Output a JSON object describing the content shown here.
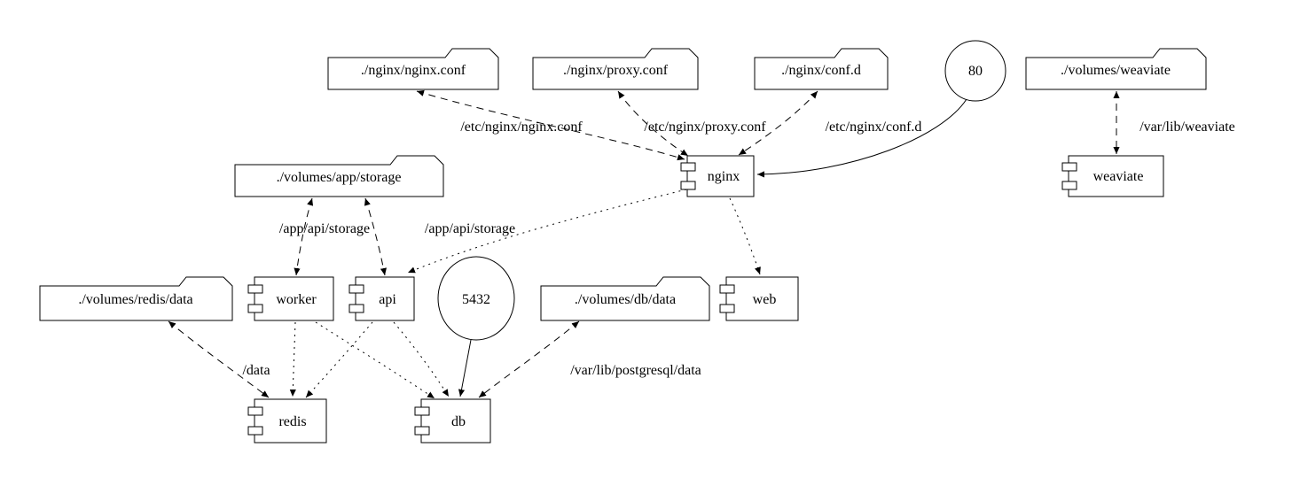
{
  "diagram": {
    "kind": "docker-compose dependency graph",
    "background_color": "#ffffff",
    "stroke_color": "#000000"
  },
  "nodes": {
    "nginx_conf": {
      "label": "./nginx/nginx.conf",
      "shape": "folder"
    },
    "proxy_conf": {
      "label": "./nginx/proxy.conf",
      "shape": "folder"
    },
    "conf_d": {
      "label": "./nginx/conf.d",
      "shape": "folder"
    },
    "port_80": {
      "label": "80",
      "shape": "circle"
    },
    "volumes_weaviate": {
      "label": "./volumes/weaviate",
      "shape": "folder"
    },
    "volumes_app_storage": {
      "label": "./volumes/app/storage",
      "shape": "folder"
    },
    "nginx": {
      "label": "nginx",
      "shape": "component"
    },
    "weaviate": {
      "label": "weaviate",
      "shape": "component"
    },
    "volumes_redis_data": {
      "label": "./volumes/redis/data",
      "shape": "folder"
    },
    "worker": {
      "label": "worker",
      "shape": "component"
    },
    "api": {
      "label": "api",
      "shape": "component"
    },
    "port_5432": {
      "label": "5432",
      "shape": "circle"
    },
    "volumes_db_data": {
      "label": "./volumes/db/data",
      "shape": "folder"
    },
    "web": {
      "label": "web",
      "shape": "component"
    },
    "redis": {
      "label": "redis",
      "shape": "component"
    },
    "db": {
      "label": "db",
      "shape": "component"
    }
  },
  "edges": [
    {
      "from": "./nginx/nginx.conf",
      "to": "nginx",
      "style": "dashed",
      "arrows": "both",
      "label": "/etc/nginx/nginx.conf"
    },
    {
      "from": "./nginx/proxy.conf",
      "to": "nginx",
      "style": "dashed",
      "arrows": "both",
      "label": "/etc/nginx/proxy.conf"
    },
    {
      "from": "./nginx/conf.d",
      "to": "nginx",
      "style": "dashed",
      "arrows": "both",
      "label": "/etc/nginx/conf.d"
    },
    {
      "from": "./volumes/weaviate",
      "to": "weaviate",
      "style": "dashed",
      "arrows": "both",
      "label": "/var/lib/weaviate"
    },
    {
      "from": "./volumes/app/storage",
      "to": "worker",
      "style": "dashed",
      "arrows": "both",
      "label": "/app/api/storage"
    },
    {
      "from": "./volumes/app/storage",
      "to": "api",
      "style": "dashed",
      "arrows": "both",
      "label": "/app/api/storage"
    },
    {
      "from": "./volumes/redis/data",
      "to": "redis",
      "style": "dashed",
      "arrows": "both",
      "label": "/data"
    },
    {
      "from": "./volumes/db/data",
      "to": "db",
      "style": "dashed",
      "arrows": "both",
      "label": "/var/lib/postgresql/data"
    },
    {
      "from": "80",
      "to": "nginx",
      "style": "solid",
      "arrows": "end",
      "label": ""
    },
    {
      "from": "5432",
      "to": "db",
      "style": "solid",
      "arrows": "end",
      "label": ""
    },
    {
      "from": "nginx",
      "to": "web",
      "style": "dotted",
      "arrows": "end",
      "label": ""
    },
    {
      "from": "nginx",
      "to": "api",
      "style": "dotted",
      "arrows": "end",
      "label": ""
    },
    {
      "from": "worker",
      "to": "redis",
      "style": "dotted",
      "arrows": "end",
      "label": ""
    },
    {
      "from": "worker",
      "to": "db",
      "style": "dotted",
      "arrows": "end",
      "label": ""
    },
    {
      "from": "api",
      "to": "redis",
      "style": "dotted",
      "arrows": "end",
      "label": ""
    },
    {
      "from": "api",
      "to": "db",
      "style": "dotted",
      "arrows": "end",
      "label": ""
    }
  ]
}
